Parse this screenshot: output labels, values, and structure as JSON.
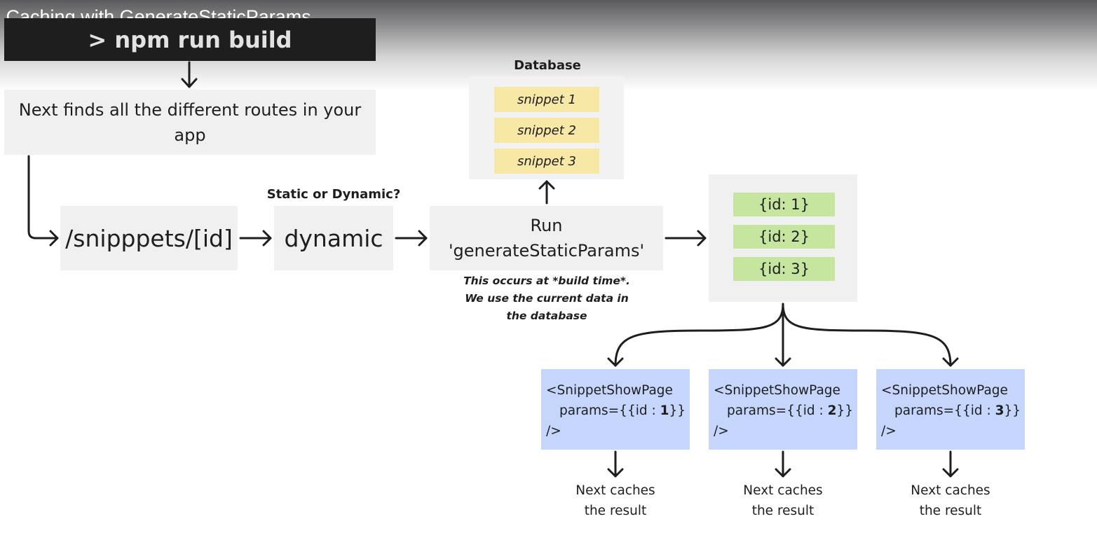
{
  "video": {
    "title": "g Caching with GenerateStaticParams"
  },
  "diagram": {
    "command": "> npm run build",
    "find_routes": "Next finds all the different routes in your app",
    "route": "/snipppets/[id]",
    "static_or_dynamic_label": "Static or Dynamic?",
    "dynamic": "dynamic",
    "run": {
      "line1": "Run",
      "line2": "'generateStaticParams'"
    },
    "note": [
      "This occurs at *build time*.",
      "We use the current data in",
      "the database"
    ],
    "database": {
      "label": "Database",
      "snippets": [
        "snippet 1",
        "snippet 2",
        "snippet 3"
      ]
    },
    "params": [
      "{id: 1}",
      "{id: 2}",
      "{id: 3}"
    ],
    "pages": [
      {
        "open": "<SnippetShowPage",
        "params_prefix": "params={{id : ",
        "id": "1",
        "params_suffix": "}}",
        "close": "/>"
      },
      {
        "open": "<SnippetShowPage",
        "params_prefix": "params={{id : ",
        "id": "2",
        "params_suffix": "}}",
        "close": "/>"
      },
      {
        "open": "<SnippetShowPage",
        "params_prefix": "params={{id : ",
        "id": "3",
        "params_suffix": "}}",
        "close": "/>"
      }
    ],
    "cache_result": [
      {
        "line1": "Next caches",
        "line2": "the result"
      },
      {
        "line1": "Next caches",
        "line2": "the result"
      },
      {
        "line1": "Next caches",
        "line2": "the result"
      }
    ],
    "colors": {
      "terminal_bg": "#1e1e1e",
      "grey_box": "#f0f0f0",
      "snippet_yellow": "#f8e8a6",
      "param_green": "#c6e59f",
      "page_blue": "#c5d5fb",
      "arrow": "#1e1e1e"
    }
  }
}
